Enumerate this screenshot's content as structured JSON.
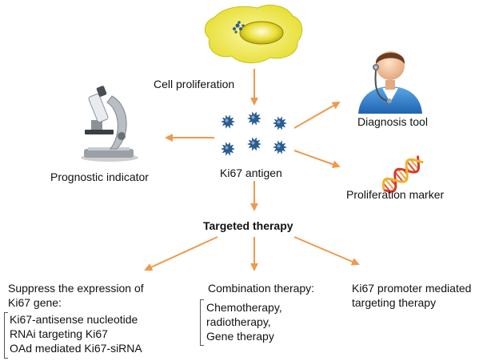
{
  "labels": {
    "cell_proliferation": "Cell proliferation",
    "ki67_antigen": "Ki67 antigen",
    "prognostic_indicator": "Prognostic indicator",
    "diagnosis_tool": "Diagnosis tool",
    "proliferation_marker": "Proliferation marker",
    "targeted_therapy": "Targeted  therapy"
  },
  "branches": {
    "suppress": {
      "heading_1": "Suppress the expression of",
      "heading_2": "Ki67 gene:",
      "items": [
        "Ki67-antisense nucleotide",
        "RNAi targeting Ki67",
        "OAd mediated  Ki67-siRNA"
      ]
    },
    "combination": {
      "heading": "Combination therapy:",
      "items": [
        "Chemotherapy,",
        "radiotherapy,",
        "Gene therapy"
      ]
    },
    "promoter": {
      "line_1": "Ki67 promoter mediated",
      "line_2": "targeting therapy"
    }
  },
  "colors": {
    "arrow": "#ee9a4d",
    "antigen": "#2b5d8f",
    "cell_body": "#f3ee56",
    "nucleus": "#d7ce1c"
  },
  "icons": [
    "cell-icon",
    "ki67-antigen-icon",
    "microscope-icon",
    "doctor-icon",
    "dna-icon"
  ]
}
